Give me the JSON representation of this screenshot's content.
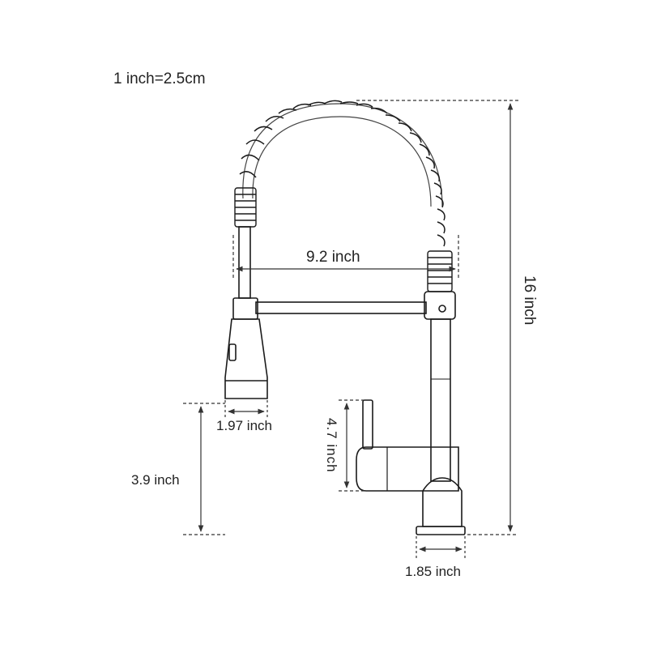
{
  "scale_note": "1 inch=2.5cm",
  "dimensions": {
    "total_height": "16 inch",
    "spout_reach": "9.2 inch",
    "sprayer_width": "1.97 inch",
    "spout_clearance": "3.9 inch",
    "handle_height": "4.7 inch",
    "base_diameter": "1.85 inch"
  },
  "colors": {
    "line": "#1a1a1a",
    "dimension_line": "#333333",
    "background": "#ffffff"
  }
}
